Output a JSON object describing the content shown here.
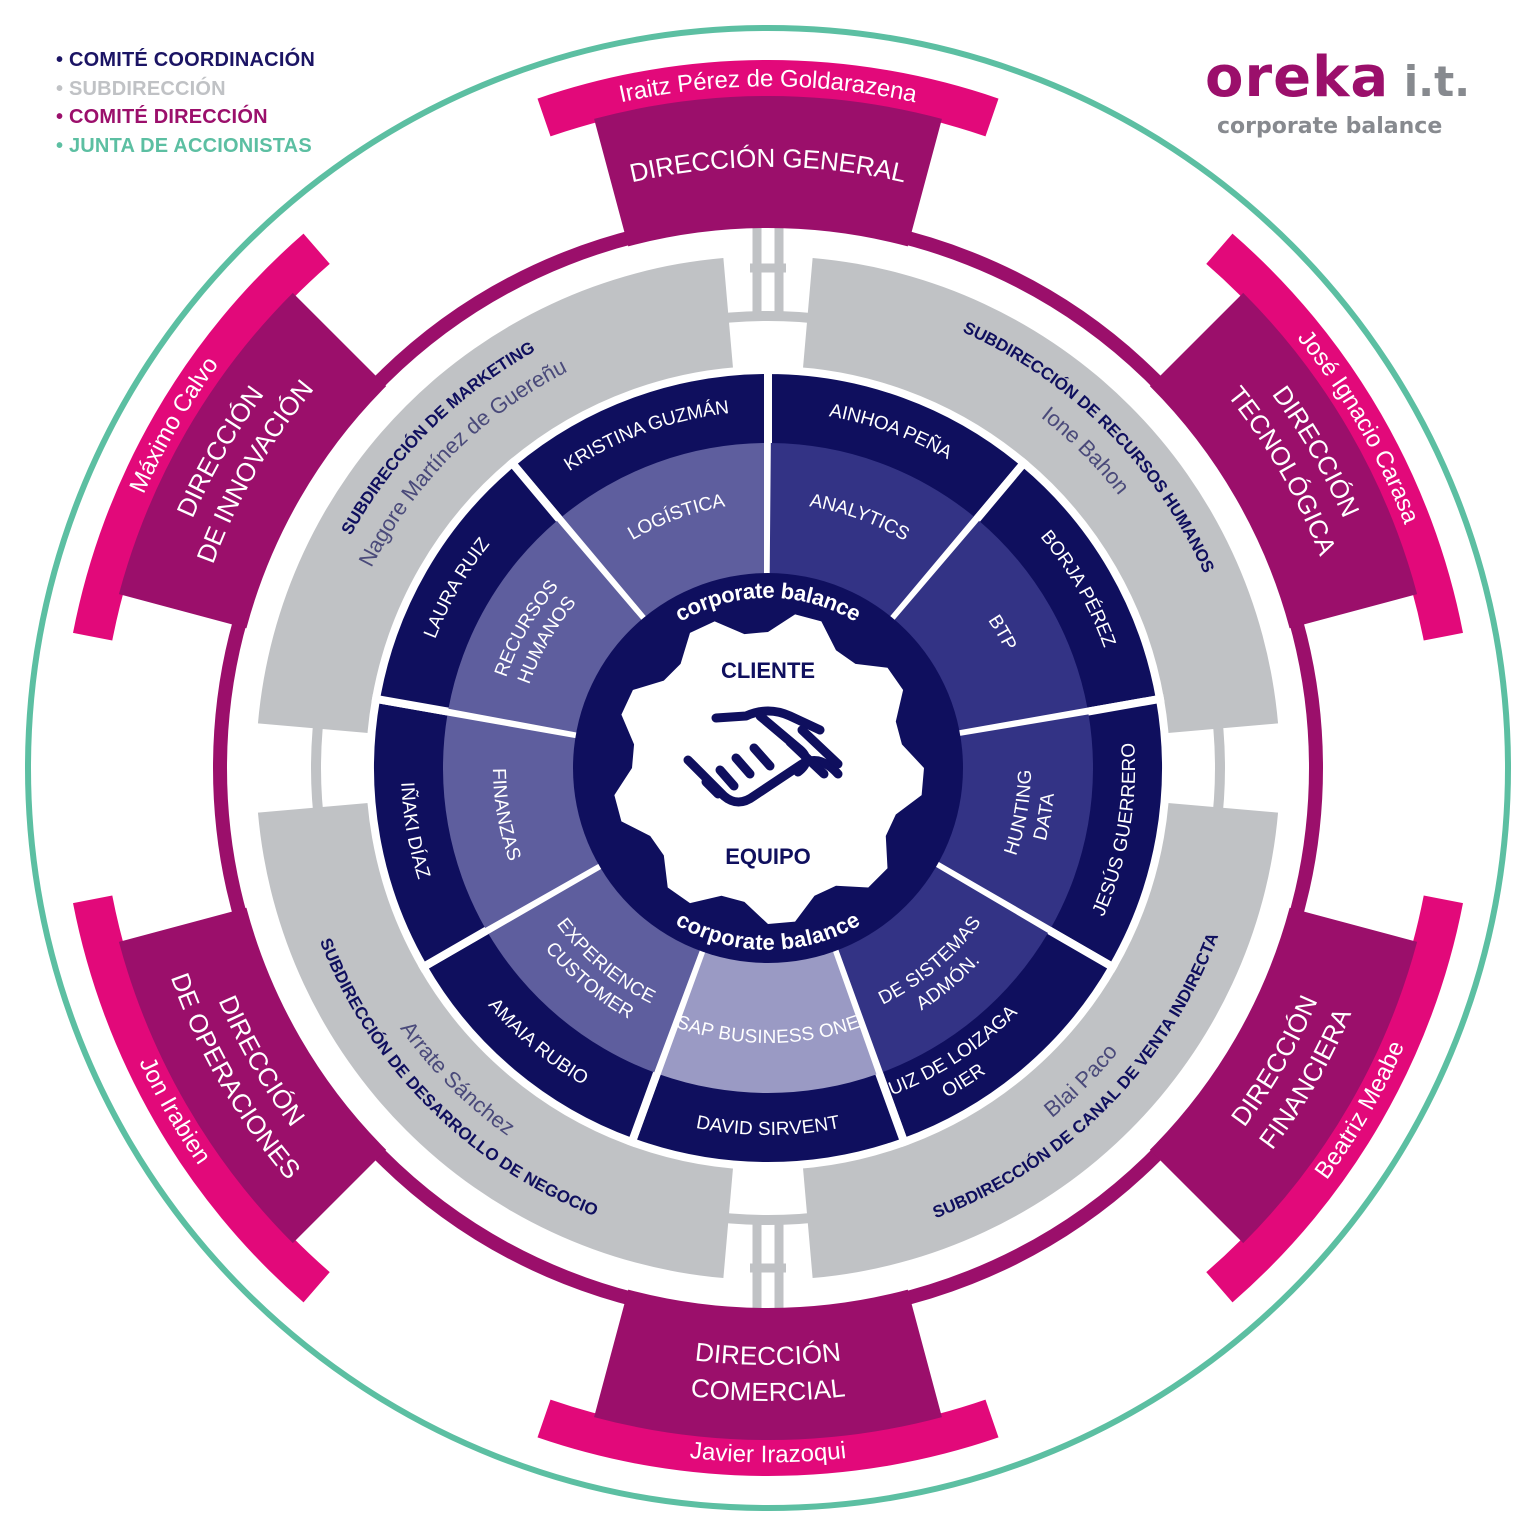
{
  "legend": [
    {
      "label": "• COMITÉ COORDINACIÓN",
      "color": "#1b1464"
    },
    {
      "label": "• SUBDIRECCIÓN",
      "color": "#c0c2c5"
    },
    {
      "label": "• COMITÉ DIRECCIÓN",
      "color": "#9b0f6b"
    },
    {
      "label": "• JUNTA DE ACCIONISTAS",
      "color": "#5cbfa2"
    }
  ],
  "logo": {
    "brand": "oreka",
    "suffix": " i.t.",
    "tagline": "corporate balance"
  },
  "colors": {
    "teal": "#5cbfa2",
    "plum": "#9b0f6b",
    "magenta": "#e2097a",
    "gray": "#c0c2c5",
    "navy": "#0f0f5e",
    "mid": "#333385",
    "light": "#5e5e9e",
    "pale": "#9a9ac4"
  },
  "center": {
    "ring_text_top": "corporate balance",
    "ring_text_bottom": "corporate balance",
    "top": "CLIENTE",
    "bottom": "EQUIPO",
    "icon": "handshake-icon"
  },
  "areas": [
    {
      "area": "LOGÍSTICA",
      "person": "KRISTINA GUZMÁN"
    },
    {
      "area": "ANALYTICS",
      "person": "AINHOA PEÑA"
    },
    {
      "area": "BTP",
      "person": "BORJA PÉREZ"
    },
    {
      "area": "DATA HUNTING",
      "person": "JESÚS GUERRERO"
    },
    {
      "area": "ADMÓN. DE SISTEMAS",
      "person": "OIER RUIZ DE LOIZAGA"
    },
    {
      "area": "SAP BUSINESS ONE",
      "person": "DAVID SIRVENT"
    },
    {
      "area": "CUSTOMER EXPERIENCE",
      "person": "AMAIA RUBIO"
    },
    {
      "area": "FINANZAS",
      "person": "IÑAKI DÍAZ"
    },
    {
      "area": "RECURSOS HUMANOS",
      "person": "LAURA RUIZ"
    }
  ],
  "subdirecciones": [
    {
      "title": "SUBDIRECCIÓN DE MARKETING",
      "person": "Nagore Martínez de Guereñu"
    },
    {
      "title": "SUBDIRECCIÓN DE RECURSOS HUMANOS",
      "person": "Ione Bahon"
    },
    {
      "title": "SUBDIRECCIÓN DE CANAL DE VENTA INDIRECTA",
      "person": "Blai Paco"
    },
    {
      "title": "SUBDIRECCIÓN DE DESARROLLO DE NEGOCIO",
      "person": "Arrate Sánchez"
    }
  ],
  "direcciones": [
    {
      "title": "DIRECCIÓN GENERAL",
      "person": "Iraitz Pérez de Goldarazena"
    },
    {
      "title": "DIRECCIÓN TECNOLÓGICA",
      "person": "José Ignacio Carasa"
    },
    {
      "title": "DIRECCIÓN FINANCIERA",
      "person": "Beatriz Meabe"
    },
    {
      "title": "DIRECCIÓN COMERCIAL",
      "person": "Javier Irazoqui"
    },
    {
      "title": "DIRECCIÓN DE OPERACIONES",
      "person": "Jon Irabien"
    },
    {
      "title": "DIRECCIÓN DE INNOVACIÓN",
      "person": "Máximo Calvo"
    }
  ]
}
